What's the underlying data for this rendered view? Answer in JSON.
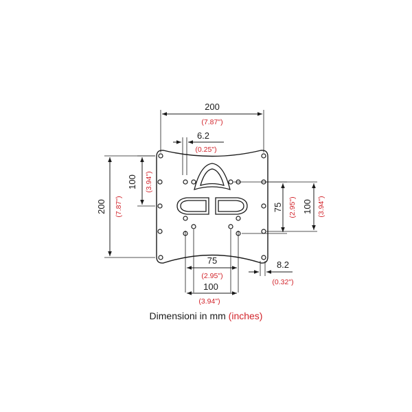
{
  "dimensions": {
    "top_width": {
      "mm": "200",
      "inch": "(7.87\")"
    },
    "offset_top": {
      "mm": "6.2",
      "inch": "(0.25\")"
    },
    "left_height_outer": {
      "mm": "200",
      "inch": "(7.87\")"
    },
    "left_height_inner": {
      "mm": "100",
      "inch": "(3.94\")"
    },
    "right_height_75": {
      "mm": "75",
      "inch": "(2.95\")"
    },
    "right_height_100": {
      "mm": "100",
      "inch": "(3.94\")"
    },
    "bottom_width_75": {
      "mm": "75",
      "inch": "(2.95\")"
    },
    "bottom_width_100": {
      "mm": "100",
      "inch": "(3.94\")"
    },
    "offset_bottom": {
      "mm": "8.2",
      "inch": "(0.32\")"
    }
  },
  "caption": {
    "text": "Dimensioni in mm",
    "unit": "(inches)"
  },
  "colors": {
    "line": "#1a1a1a",
    "inch_text": "#d2232a"
  }
}
